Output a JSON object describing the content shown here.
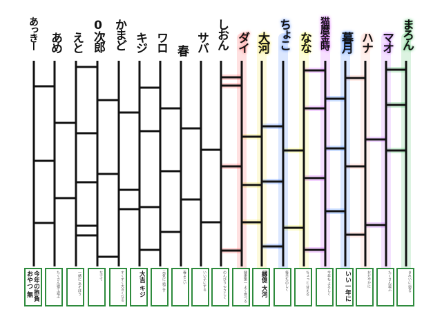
{
  "title": "",
  "names": [
    "あっきー",
    "あめ",
    "えと",
    "0次郎",
    "かまど",
    "キジ",
    "ワロ",
    "春",
    "サバ",
    "しおん",
    "ダイ",
    "大河",
    "ちょこ",
    "なな",
    "猫麿金時",
    "暮月",
    "ハナ",
    "マオ",
    "まろん"
  ],
  "colors": {
    "line": "#111111",
    "card_border": "#2e8b3d",
    "glow": [
      "",
      "",
      "",
      "",
      "",
      "",
      "",
      "",
      "",
      "",
      "#ff5a5a",
      "#f2e23a",
      "#3a78ff",
      "#f5f53a",
      "#d24bff",
      "#2e7bff",
      "#ffb0a0",
      "#c05cff",
      "#3bbf5a"
    ]
  },
  "cards": [
    {
      "text": "今年の抱負 おやつ 無限",
      "big": true
    },
    {
      "text": "たくさん寝て遊ぶ"
    },
    {
      "text": "一緒に あそぼう"
    },
    {
      "text": "なでて"
    },
    {
      "text": "すくすく大きくなる"
    },
    {
      "text": "大吉 キジ",
      "big": true
    },
    {
      "text": "元気に 過ごす"
    },
    {
      "text": "春よこい"
    },
    {
      "text": "いい子にする"
    },
    {
      "text": "のんびり やさしく"
    },
    {
      "text": "健康第一 よく食べる"
    },
    {
      "text": "縁側 大河",
      "big": true
    },
    {
      "text": "毎日たのしく"
    },
    {
      "text": "ちょっと 甘える"
    },
    {
      "text": "今年も よろしく"
    },
    {
      "text": "いい一年に",
      "big": true
    },
    {
      "text": "おだやかに"
    },
    {
      "text": "たくさん遊ぶ"
    },
    {
      "text": "きれいに 寝る"
    }
  ]
}
